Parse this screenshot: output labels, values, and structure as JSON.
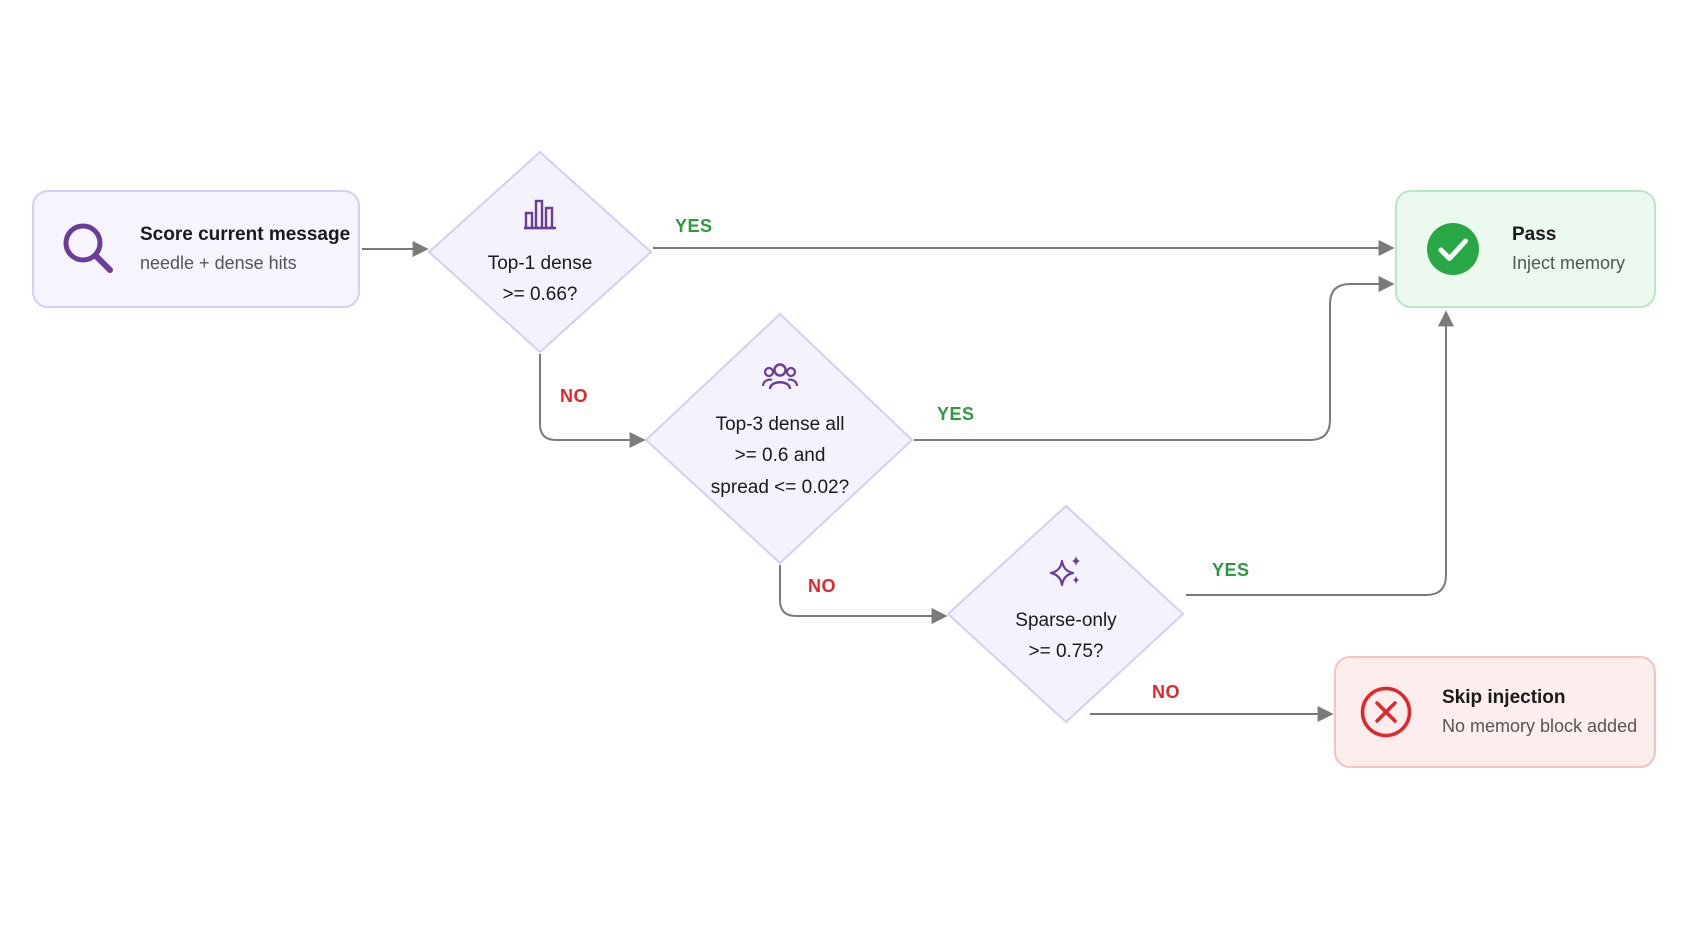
{
  "colors": {
    "decision_fill": "#f4f2fc",
    "decision_stroke": "#d6cdf3",
    "icon_purple": "#6a3d9a",
    "edge": "#7a7a7a",
    "yes": "#2e9a3e",
    "no": "#e3262b",
    "pass_check": "#27a845",
    "skip_red": "#e3262b"
  },
  "start": {
    "icon": "search-icon",
    "title": "Score current message",
    "subtitle": "needle + dense hits"
  },
  "decisions": [
    {
      "icon": "bar-chart-icon",
      "lines": [
        "Top-1 dense",
        ">= 0.66?"
      ]
    },
    {
      "icon": "users-icon",
      "lines": [
        "Top-3 dense all",
        ">= 0.6 and",
        "spread <= 0.02?"
      ]
    },
    {
      "icon": "sparkles-icon",
      "lines": [
        "Sparse-only",
        ">= 0.75?"
      ]
    }
  ],
  "pass": {
    "icon": "check-circle-icon",
    "title": "Pass",
    "subtitle": "Inject memory"
  },
  "skip": {
    "icon": "x-circle-icon",
    "title": "Skip injection",
    "subtitle": "No memory block added"
  },
  "edge_labels": {
    "d1_yes": "YES",
    "d1_no": "NO",
    "d2_yes": "YES",
    "d2_no": "NO",
    "d3_yes": "YES",
    "d3_no": "NO"
  }
}
